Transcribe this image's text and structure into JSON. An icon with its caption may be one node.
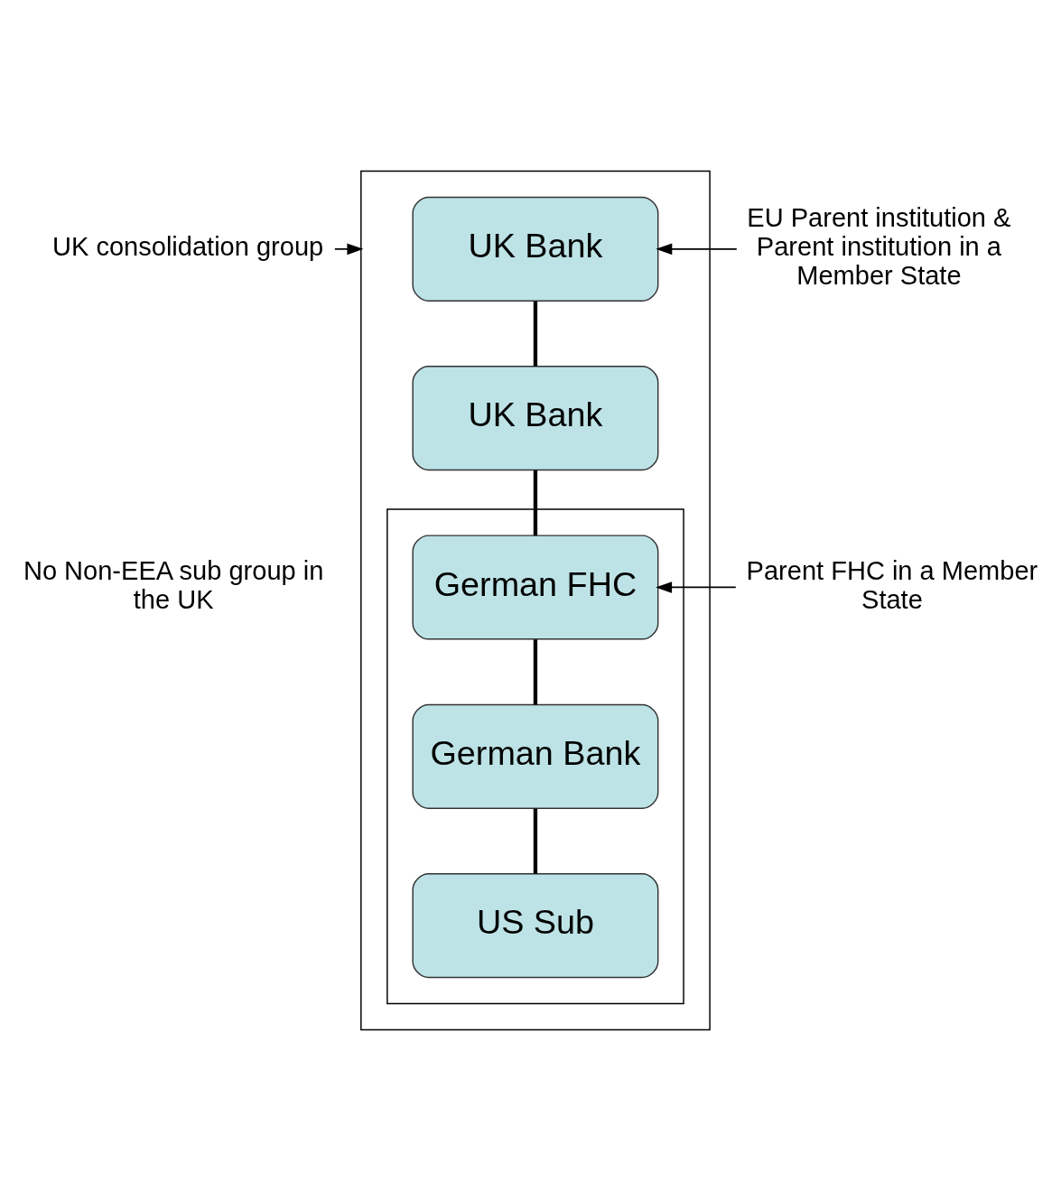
{
  "diagram": {
    "nodes": [
      {
        "text": [],
        "shape": "box"
      },
      {
        "text": [
          "UK Bank"
        ],
        "in": 0
      },
      {
        "text": [
          "UK Bank"
        ],
        "in": 0
      },
      {
        "text": [],
        "shape": "box",
        "in": 0
      },
      {
        "text": [
          "German FHC"
        ],
        "in": 3
      },
      {
        "text": [
          "German Bank"
        ],
        "in": 3
      },
      {
        "text": [
          "US Sub"
        ],
        "in": 3
      },
      {
        "text": [
          "UK consolidation group"
        ]
      },
      {
        "text": [
          "EU Parent institution & Parent institution in a Member State"
        ]
      },
      {
        "text": [
          "Parent FHC in a Member State"
        ]
      }
    ],
    "edges": [
      {
        "from": 1,
        "to": 2,
        "arrow": "none"
      },
      {
        "from": 2,
        "to": 4,
        "arrow": "none"
      },
      {
        "from": 4,
        "to": 5,
        "arrow": "none"
      },
      {
        "from": 5,
        "to": 6,
        "arrow": "none"
      },
      {
        "from": 7,
        "to": 0,
        "arrow": "to"
      },
      {
        "from": 8,
        "to": 1,
        "arrow": "to"
      },
      {
        "from": 9,
        "to": 4,
        "arrow": "to"
      }
    ],
    "labels": [
      "No Non-EEA sub group in the UK"
    ]
  }
}
